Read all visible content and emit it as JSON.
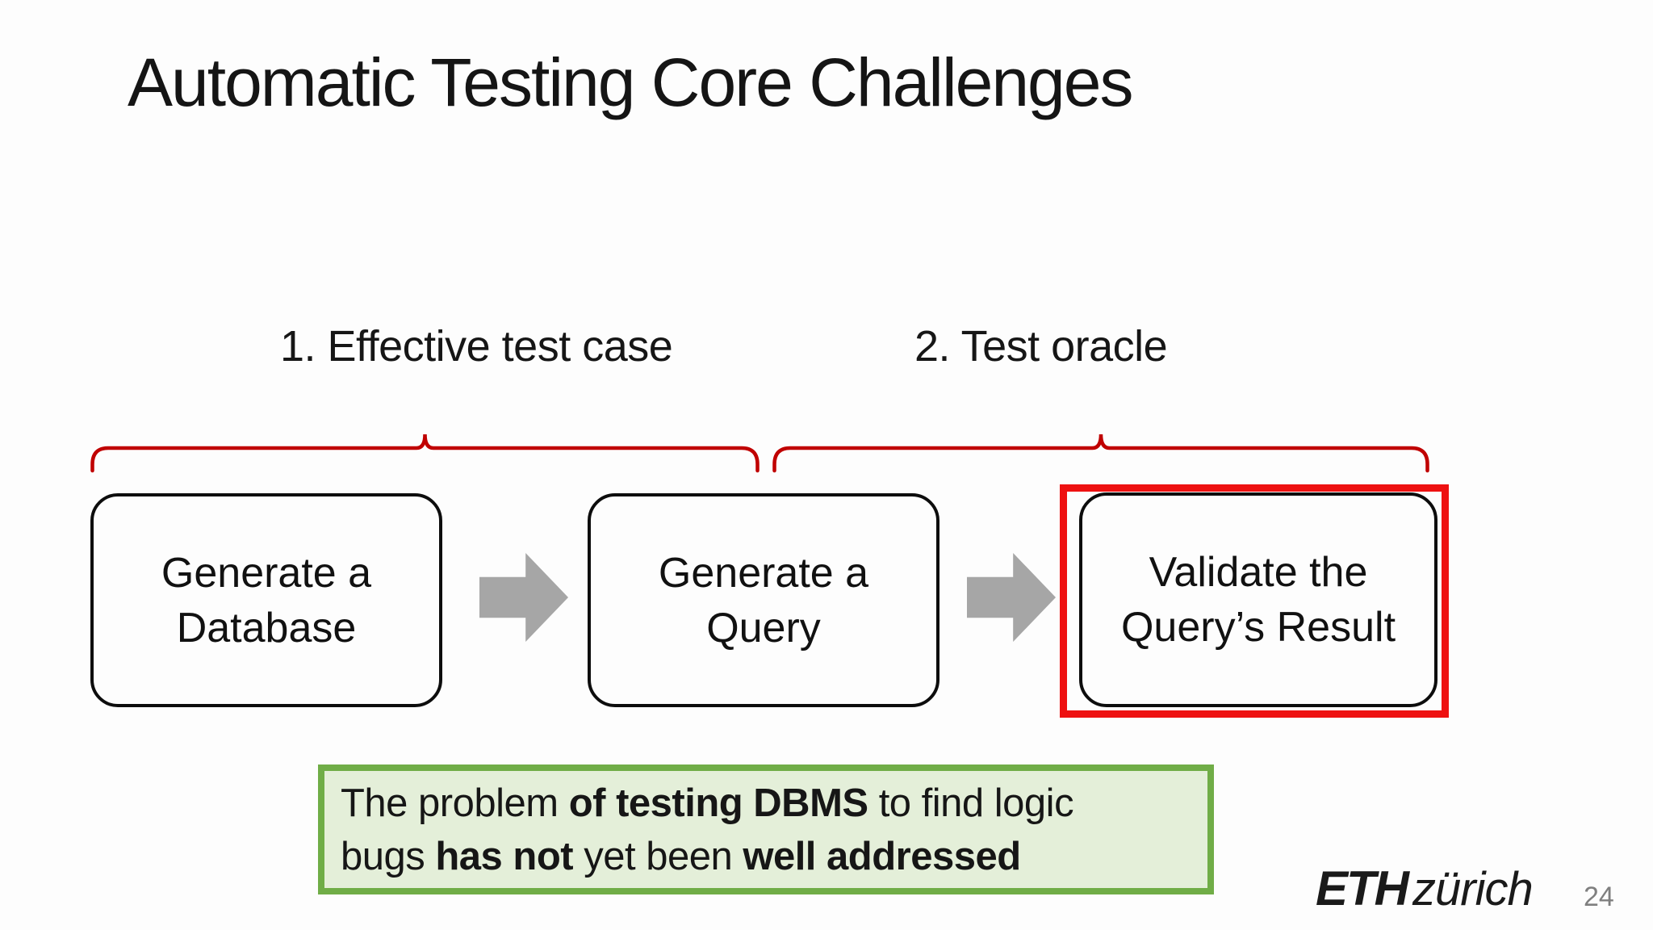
{
  "title": "Automatic Testing Core Challenges",
  "challenges": [
    {
      "label": "1. Effective test case"
    },
    {
      "label": "2. Test oracle"
    }
  ],
  "flow": {
    "boxes": [
      {
        "lines": [
          "Generate a",
          "Database"
        ],
        "highlighted": false
      },
      {
        "lines": [
          "Generate a",
          "Query"
        ],
        "highlighted": false
      },
      {
        "lines": [
          "Validate the",
          "Query’s Result"
        ],
        "highlighted": true
      }
    ]
  },
  "callout": {
    "lines": [
      [
        {
          "t": "The problem ",
          "b": false
        },
        {
          "t": "of testing DBMS",
          "b": true
        },
        {
          "t": " to find logic",
          "b": false
        }
      ],
      [
        {
          "t": "bugs ",
          "b": false
        },
        {
          "t": "has not",
          "b": true
        },
        {
          "t": " yet been ",
          "b": false
        },
        {
          "t": "well addressed",
          "b": true
        }
      ]
    ]
  },
  "footer": {
    "logo_eth": "ETH",
    "logo_city": "zürich",
    "page_number": "24"
  },
  "colors": {
    "text_black": "#141414",
    "brace_red": "#c00000",
    "highlight_red": "#ee1111",
    "arrow_gray": "#a6a6a6",
    "green_border": "#70ad47",
    "green_fill": "#e4efd9",
    "page_gray": "#7f7f7f"
  }
}
